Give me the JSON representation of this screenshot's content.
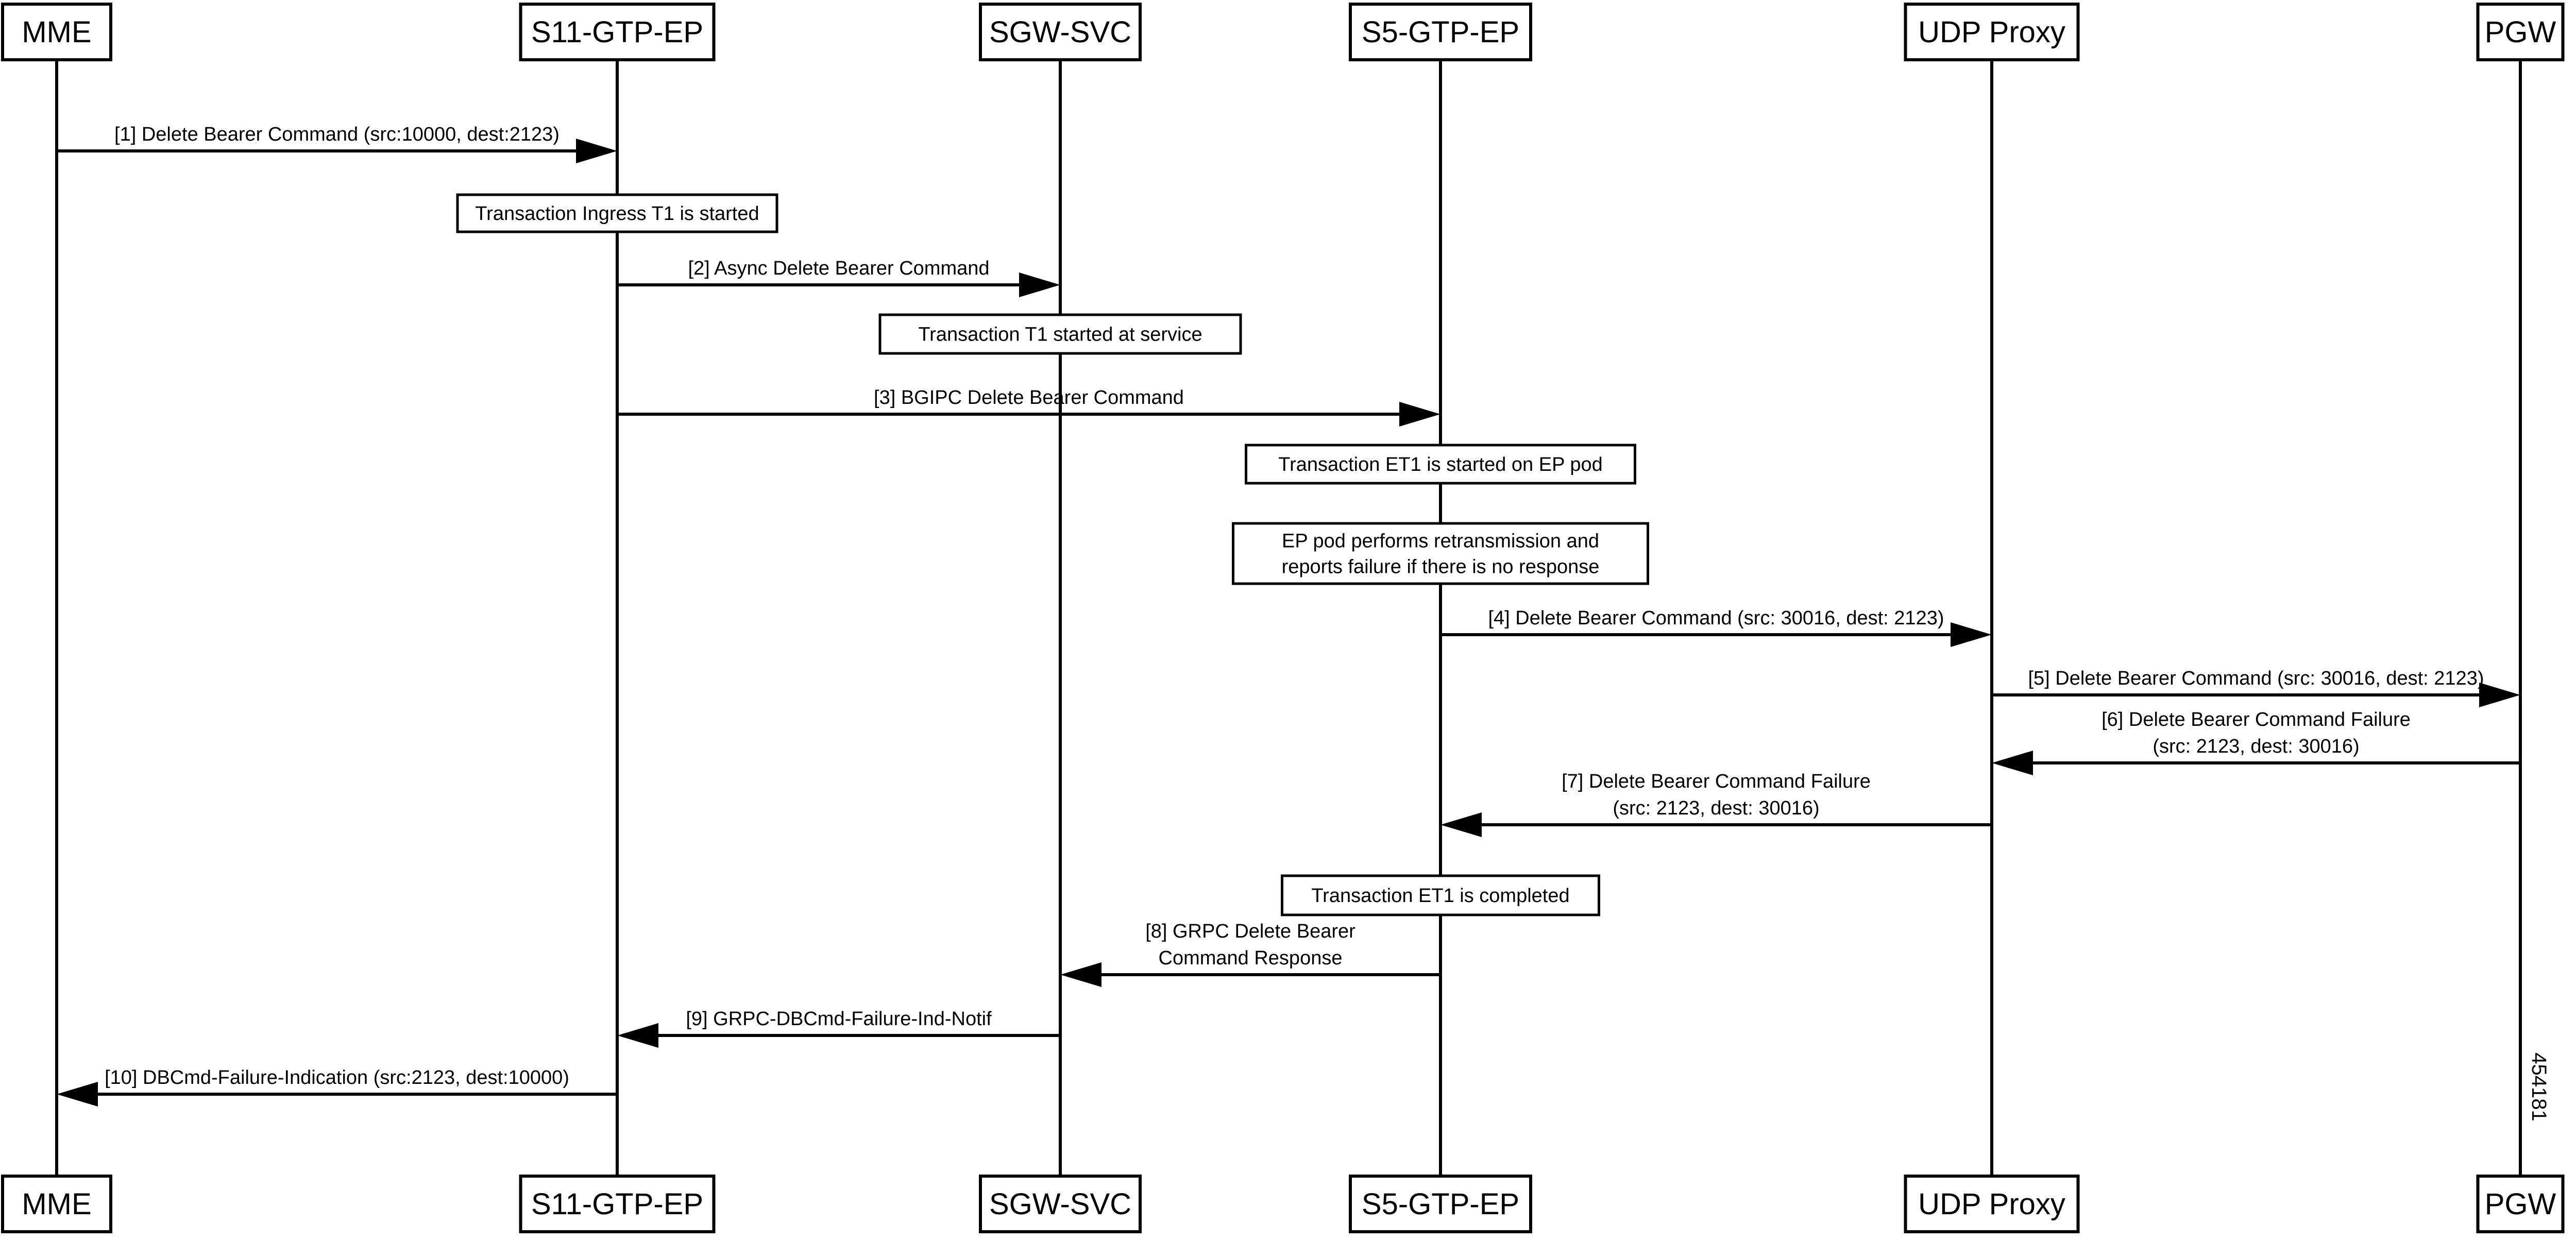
{
  "participants": [
    {
      "id": "mme",
      "label": "MME"
    },
    {
      "id": "s11",
      "label": "S11-GTP-EP"
    },
    {
      "id": "sgw",
      "label": "SGW-SVC"
    },
    {
      "id": "s5",
      "label": "S5-GTP-EP"
    },
    {
      "id": "udp",
      "label": "UDP Proxy"
    },
    {
      "id": "pgw",
      "label": "PGW"
    }
  ],
  "messages": [
    {
      "from": "mme",
      "to": "s11",
      "lines": [
        "[1] Delete Bearer Command (src:10000, dest:2123)"
      ]
    },
    {
      "from": "s11",
      "to": "sgw",
      "lines": [
        "[2] Async Delete Bearer Command"
      ]
    },
    {
      "from": "s11",
      "to": "s5",
      "lines": [
        "[3] BGIPC Delete Bearer Command"
      ]
    },
    {
      "from": "s5",
      "to": "udp",
      "lines": [
        "[4] Delete Bearer Command (src: 30016, dest: 2123)"
      ]
    },
    {
      "from": "udp",
      "to": "pgw",
      "lines": [
        "[5] Delete Bearer Command (src: 30016, dest: 2123)"
      ]
    },
    {
      "from": "pgw",
      "to": "udp",
      "lines": [
        "[6] Delete Bearer Command Failure",
        "(src: 2123, dest: 30016)"
      ]
    },
    {
      "from": "udp",
      "to": "s5",
      "lines": [
        "[7] Delete Bearer Command Failure",
        "(src: 2123, dest: 30016)"
      ]
    },
    {
      "from": "s5",
      "to": "sgw",
      "lines": [
        "[8] GRPC Delete Bearer",
        "Command Response"
      ]
    },
    {
      "from": "sgw",
      "to": "s11",
      "lines": [
        "[9] GRPC-DBCmd-Failure-Ind-Notif"
      ]
    },
    {
      "from": "s11",
      "to": "mme",
      "lines": [
        "[10] DBCmd-Failure-Indication (src:2123, dest:10000)"
      ]
    }
  ],
  "notes": [
    {
      "on": "s11",
      "lines": [
        "Transaction Ingress T1 is started"
      ]
    },
    {
      "on": "sgw",
      "lines": [
        "Transaction T1 started at service"
      ]
    },
    {
      "on": "s5",
      "lines": [
        "Transaction ET1 is started on EP pod"
      ]
    },
    {
      "on": "s5",
      "lines": [
        "EP pod performs retransmission and",
        "reports failure if there is no response"
      ]
    },
    {
      "on": "s5",
      "lines": [
        "Transaction ET1 is completed"
      ]
    }
  ],
  "figure_id": "454181"
}
